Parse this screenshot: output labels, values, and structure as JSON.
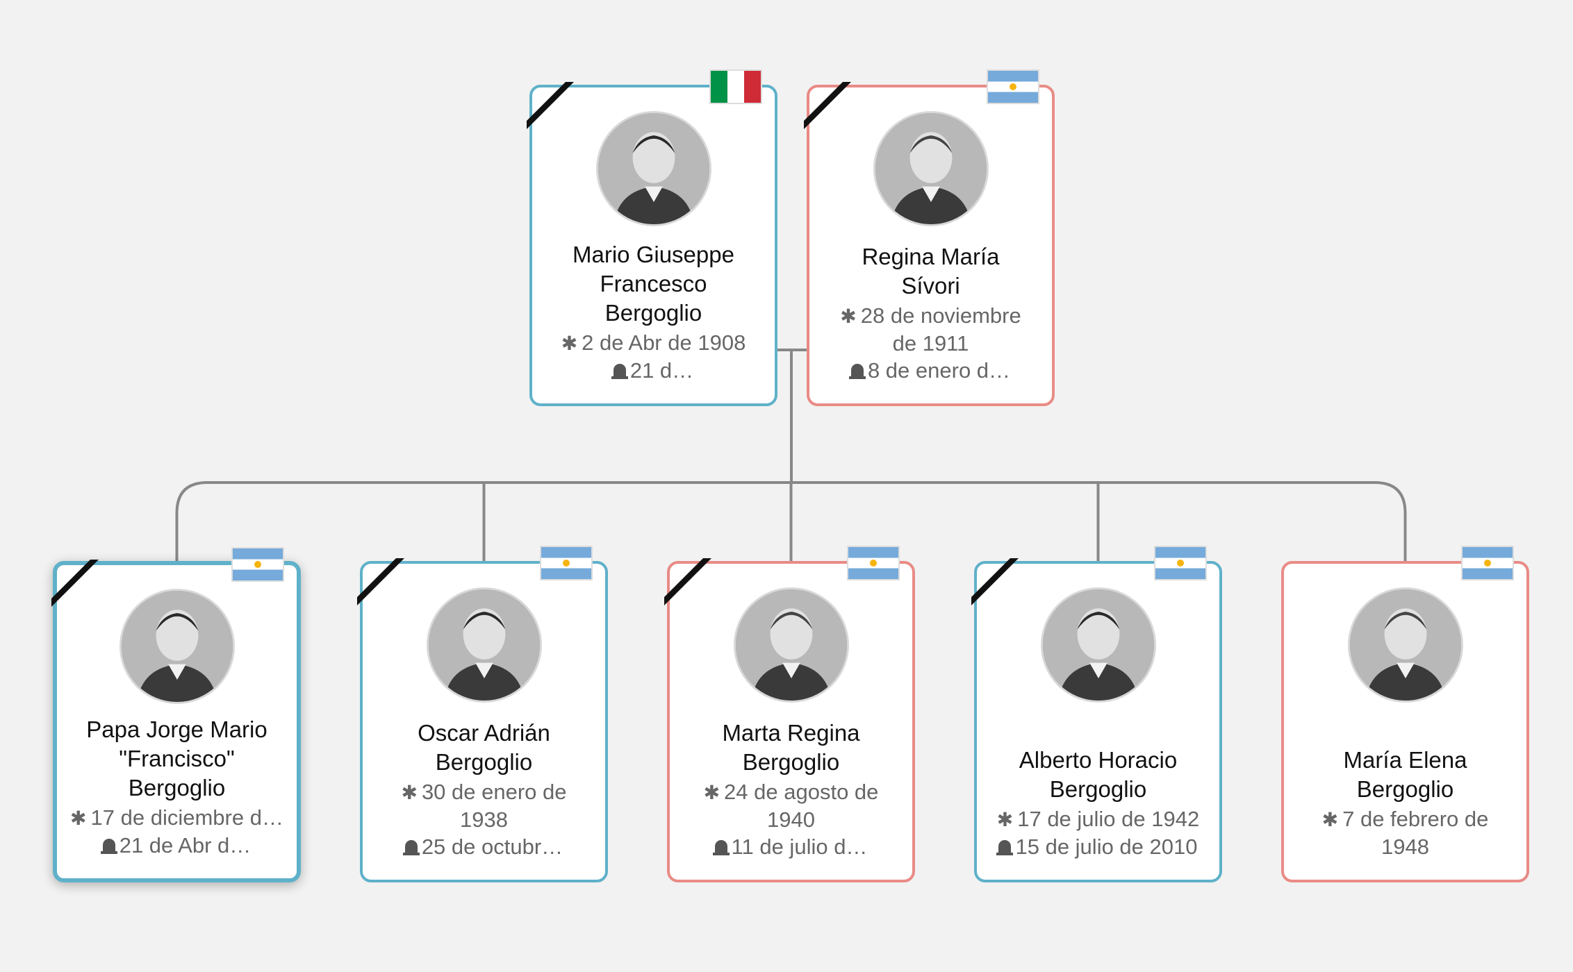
{
  "tree": {
    "connector_color": "#888888",
    "male_border_color": "#5fb1c9",
    "female_border_color": "#e98b86",
    "people": [
      {
        "id": "mario",
        "name": "Mario Giuseppe\nFrancesco\nBergoglio",
        "gender": "male",
        "deceased": true,
        "flag": "italy-flag-icon",
        "birth": "2 de Abr de 1908",
        "death": "21 d…"
      },
      {
        "id": "regina",
        "name": "Regina María\nSívori",
        "gender": "female",
        "deceased": true,
        "flag": "argentina-flag-icon",
        "birth": "28 de noviembre\nde 1911",
        "death": "8 de enero d…"
      },
      {
        "id": "jorge",
        "name": "Papa Jorge Mario\n\"Francisco\"\nBergoglio",
        "gender": "male",
        "deceased": true,
        "selected": true,
        "flag": "argentina-flag-icon",
        "birth": "17 de diciembre d…",
        "death": "21 de Abr d…"
      },
      {
        "id": "oscar",
        "name": "Oscar Adrián\nBergoglio",
        "gender": "male",
        "deceased": true,
        "flag": "argentina-flag-icon",
        "birth": "30 de enero de\n1938",
        "death": "25 de octubr…"
      },
      {
        "id": "marta",
        "name": "Marta Regina\nBergoglio",
        "gender": "female",
        "deceased": true,
        "flag": "argentina-flag-icon",
        "birth": "24 de agosto de\n1940",
        "death": "11 de julio d…"
      },
      {
        "id": "alberto",
        "name": "Alberto Horacio\nBergoglio",
        "gender": "male",
        "deceased": true,
        "flag": "argentina-flag-icon",
        "birth": "17 de julio de 1942",
        "death": "15 de julio de 2010"
      },
      {
        "id": "maria",
        "name": "María Elena\nBergoglio",
        "gender": "female",
        "deceased": false,
        "flag": "argentina-flag-icon",
        "birth": "7 de febrero de\n1948",
        "death": null
      }
    ]
  }
}
